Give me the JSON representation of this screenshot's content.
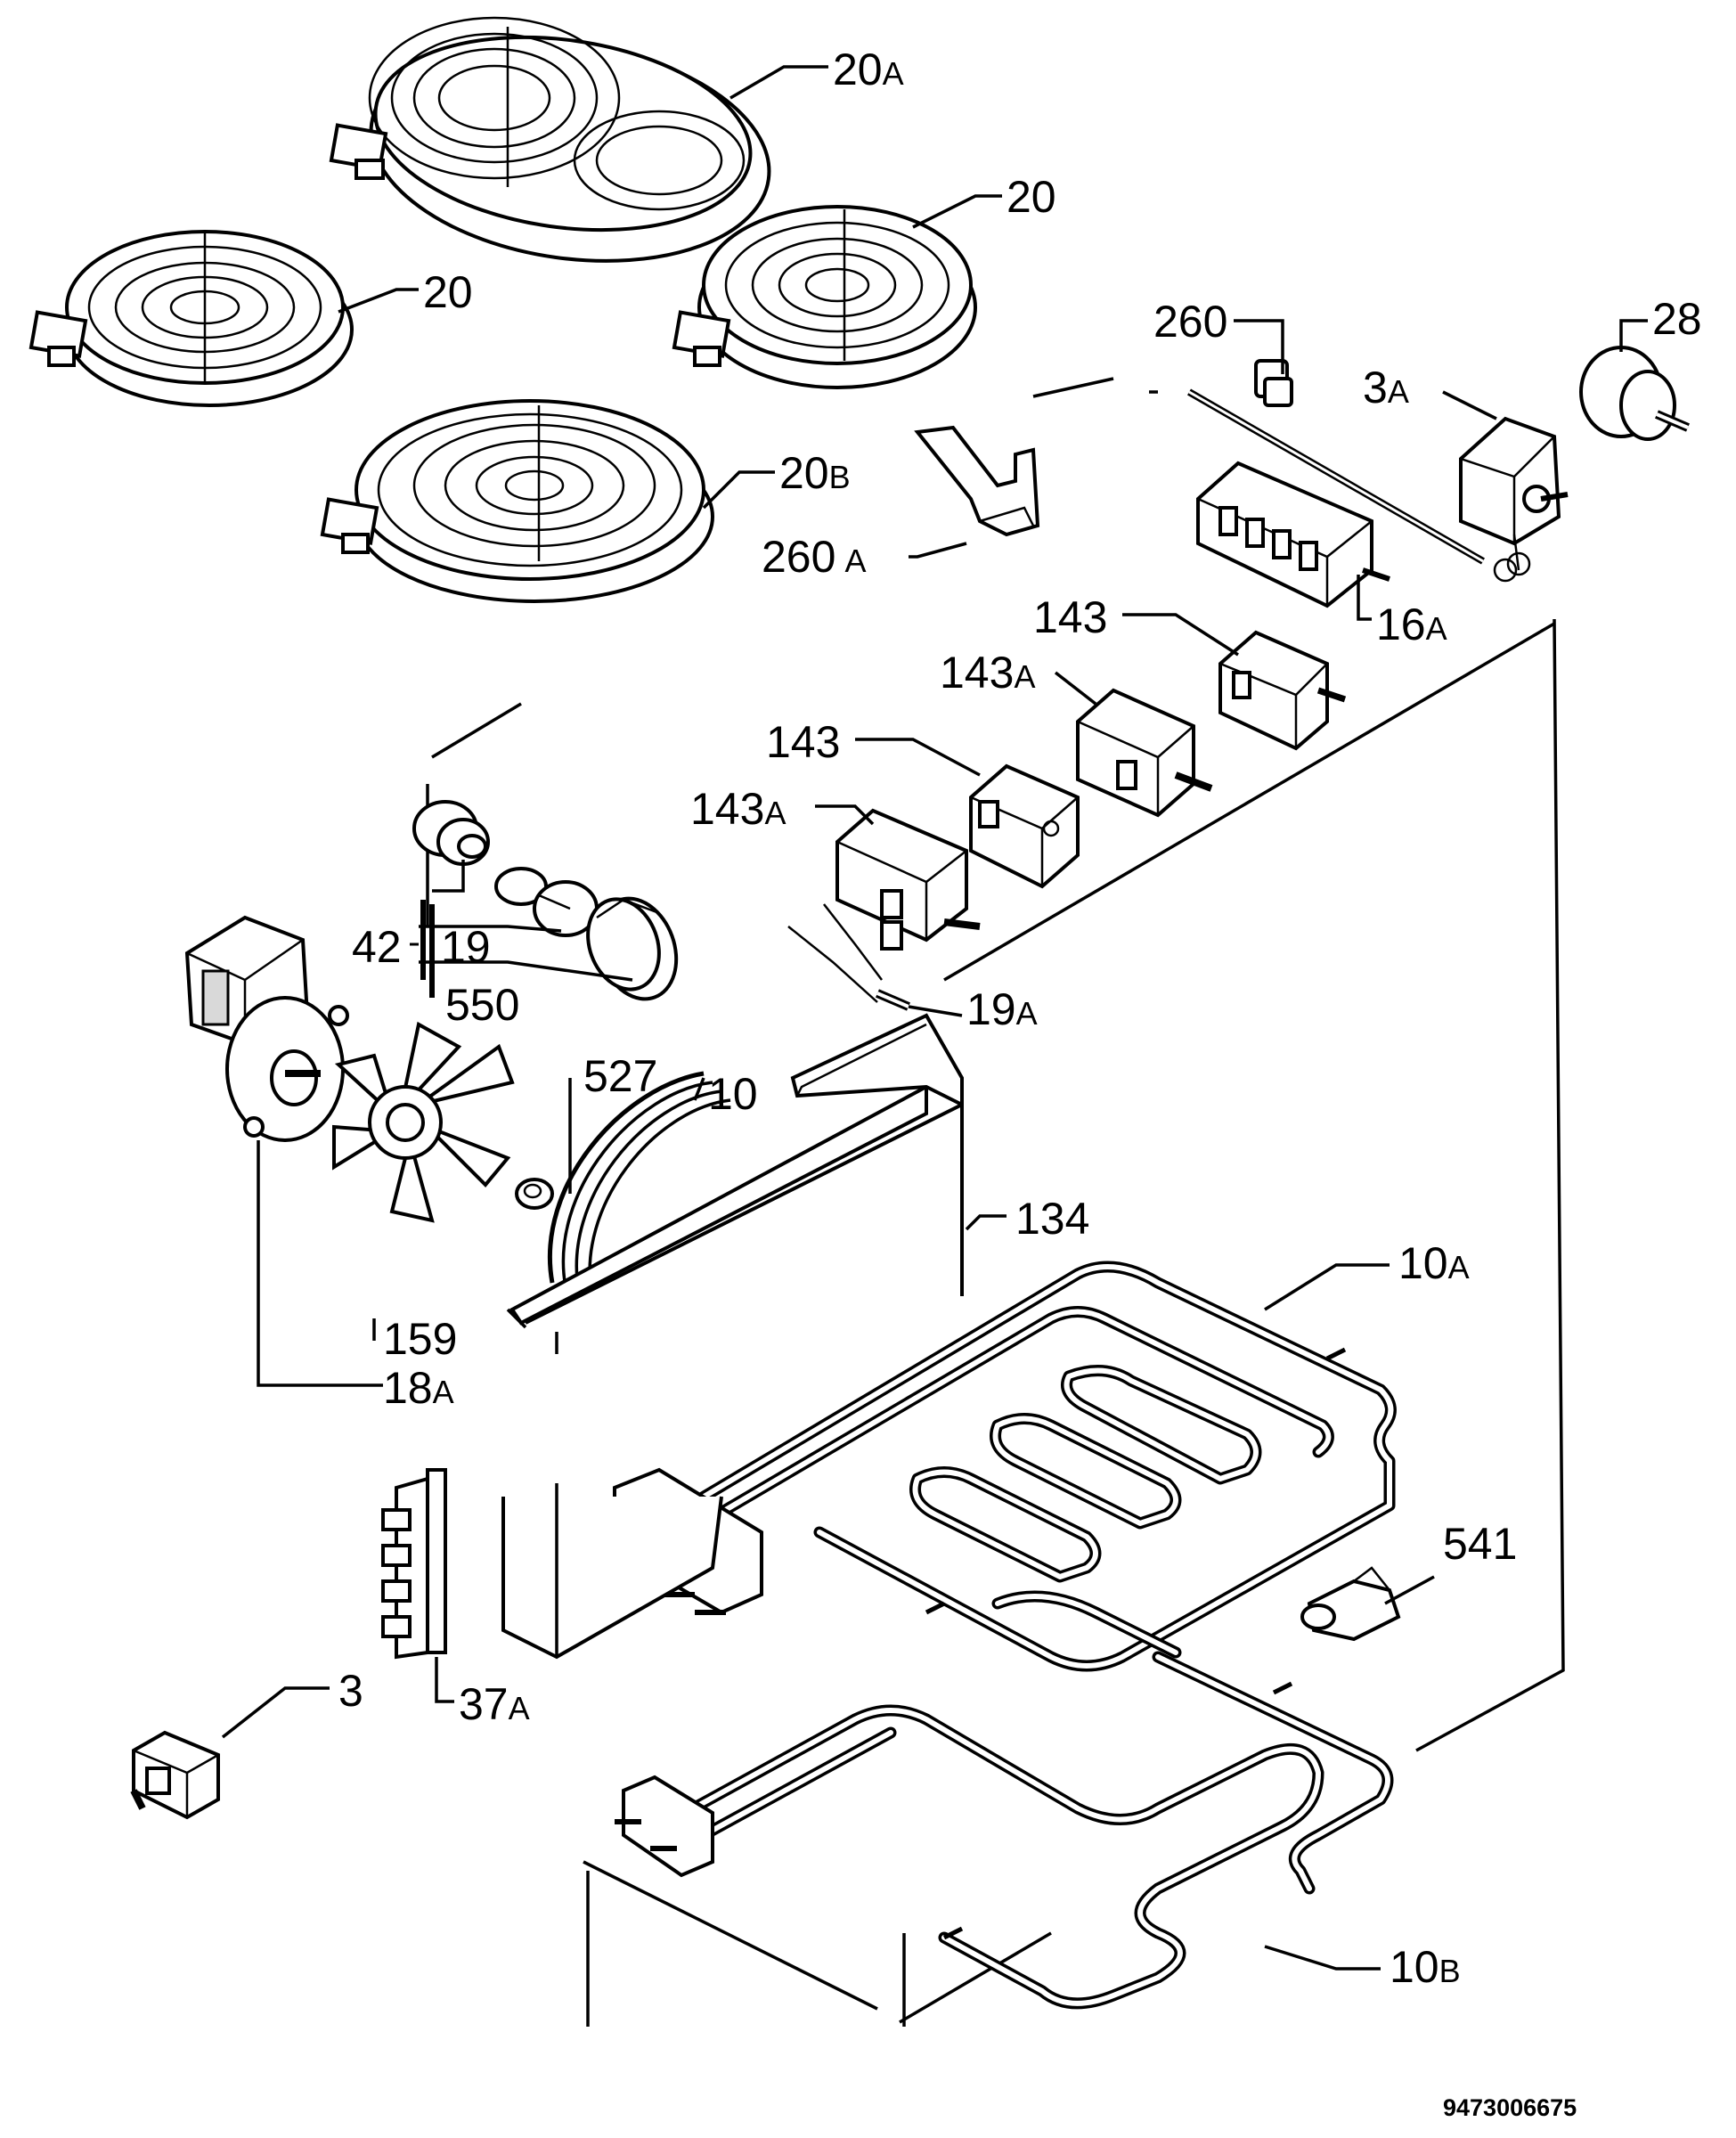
{
  "diagram": {
    "labels": {
      "l20A": {
        "num": "20",
        "suffix": "A"
      },
      "l20a": {
        "num": "20",
        "suffix": ""
      },
      "l20b": {
        "num": "20",
        "suffix": ""
      },
      "l20B": {
        "num": "20",
        "suffix": "B"
      },
      "l260": {
        "num": "260",
        "suffix": ""
      },
      "l260A": {
        "num": "260",
        "suffix": "A"
      },
      "l28": {
        "num": "28",
        "suffix": ""
      },
      "l3A": {
        "num": "3",
        "suffix": "A"
      },
      "l16A": {
        "num": "16",
        "suffix": "A"
      },
      "l143a": {
        "num": "143",
        "suffix": ""
      },
      "l143Aa": {
        "num": "143",
        "suffix": "A"
      },
      "l143b": {
        "num": "143",
        "suffix": ""
      },
      "l143Ab": {
        "num": "143",
        "suffix": "A"
      },
      "l42": {
        "num": "42",
        "suffix": ""
      },
      "l19": {
        "num": "19",
        "suffix": ""
      },
      "l550": {
        "num": "550",
        "suffix": ""
      },
      "l19A": {
        "num": "19",
        "suffix": "A"
      },
      "l527": {
        "num": "527",
        "suffix": ""
      },
      "l10": {
        "num": "10",
        "suffix": ""
      },
      "l134": {
        "num": "134",
        "suffix": ""
      },
      "l10A": {
        "num": "10",
        "suffix": "A"
      },
      "l159": {
        "num": "159",
        "suffix": ""
      },
      "l18A": {
        "num": "18",
        "suffix": "A"
      },
      "l541": {
        "num": "541",
        "suffix": ""
      },
      "l3": {
        "num": "3",
        "suffix": ""
      },
      "l37A": {
        "num": "37",
        "suffix": "A"
      },
      "l10B": {
        "num": "10",
        "suffix": "B"
      }
    },
    "drawing_code": "9473006675"
  }
}
